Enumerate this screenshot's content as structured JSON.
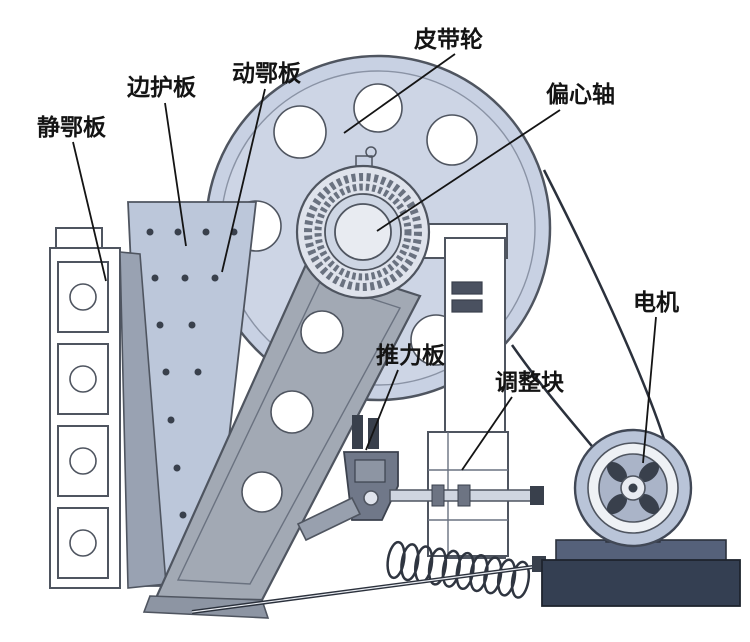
{
  "diagram": {
    "type": "technical-diagram",
    "subject": "jaw crusher structure diagram",
    "labels": {
      "belt_pulley": "皮带轮",
      "movable_jaw": "动鄂板",
      "side_guard": "边护板",
      "fixed_jaw": "静鄂板",
      "eccentric_shaft": "偏心轴",
      "motor": "电机",
      "thrust_plate": "推力板",
      "adjust_block": "调整块"
    },
    "colors": {
      "pulley": "#c8d1e3",
      "pulley_face": "#cdd5e5",
      "bearing_housing": "#dfe3ec",
      "jaw_arm": "#a2a9b4",
      "guard_plate": "#bcc7da",
      "jaw_tooth_plate": "#99a2b2",
      "motor_wheel": "#b9c4d8",
      "base_dark": "#343f52",
      "outline": "#4f5560",
      "label_text": "#141414",
      "background": "#ffffff"
    }
  }
}
